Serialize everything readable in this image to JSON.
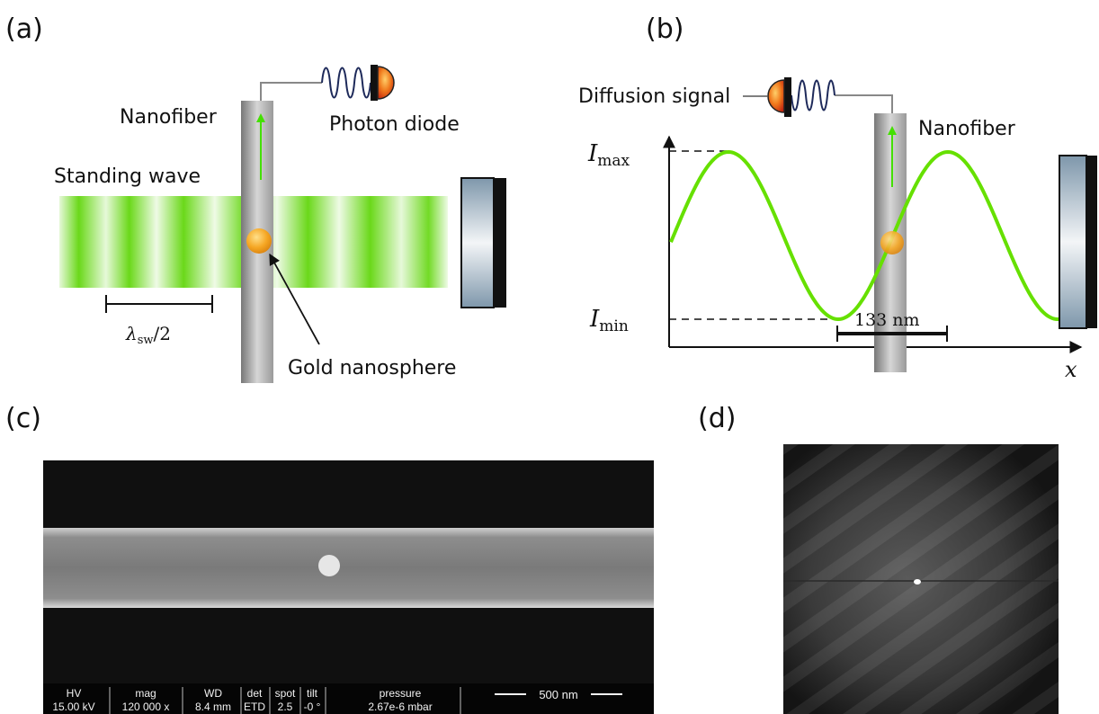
{
  "panels": {
    "a": {
      "label": "(a)",
      "nanofiber": "Nanofiber",
      "photon_diode": "Photon diode",
      "standing_wave": "Standing wave",
      "lambda_base": "λ",
      "lambda_sub": "sw",
      "lambda_suffix": "/2",
      "gold_nanosphere": "Gold nanosphere"
    },
    "b": {
      "label": "(b)",
      "diffusion_signal": "Diffusion signal",
      "nanofiber": "Nanofiber",
      "i_symbol": "I",
      "i_max_sub": "max",
      "i_min_sub": "min",
      "spacing": "133 nm",
      "x_axis": "x"
    },
    "c": {
      "label": "(c)",
      "sem_headers": [
        "HV",
        "mag",
        "WD",
        "det",
        "spot",
        "tilt",
        "pressure"
      ],
      "sem_values": [
        "15.00 kV",
        "120 000 x",
        "8.4 mm",
        "ETD",
        "2.5",
        "-0 °",
        "2.67e-6 mbar"
      ],
      "scale_bar": "500 nm"
    },
    "d": {
      "label": "(d)"
    }
  },
  "colors": {
    "laser_green": "#66e000",
    "gold": "#f5a623",
    "fiber_gray": "#8c8c8c"
  }
}
